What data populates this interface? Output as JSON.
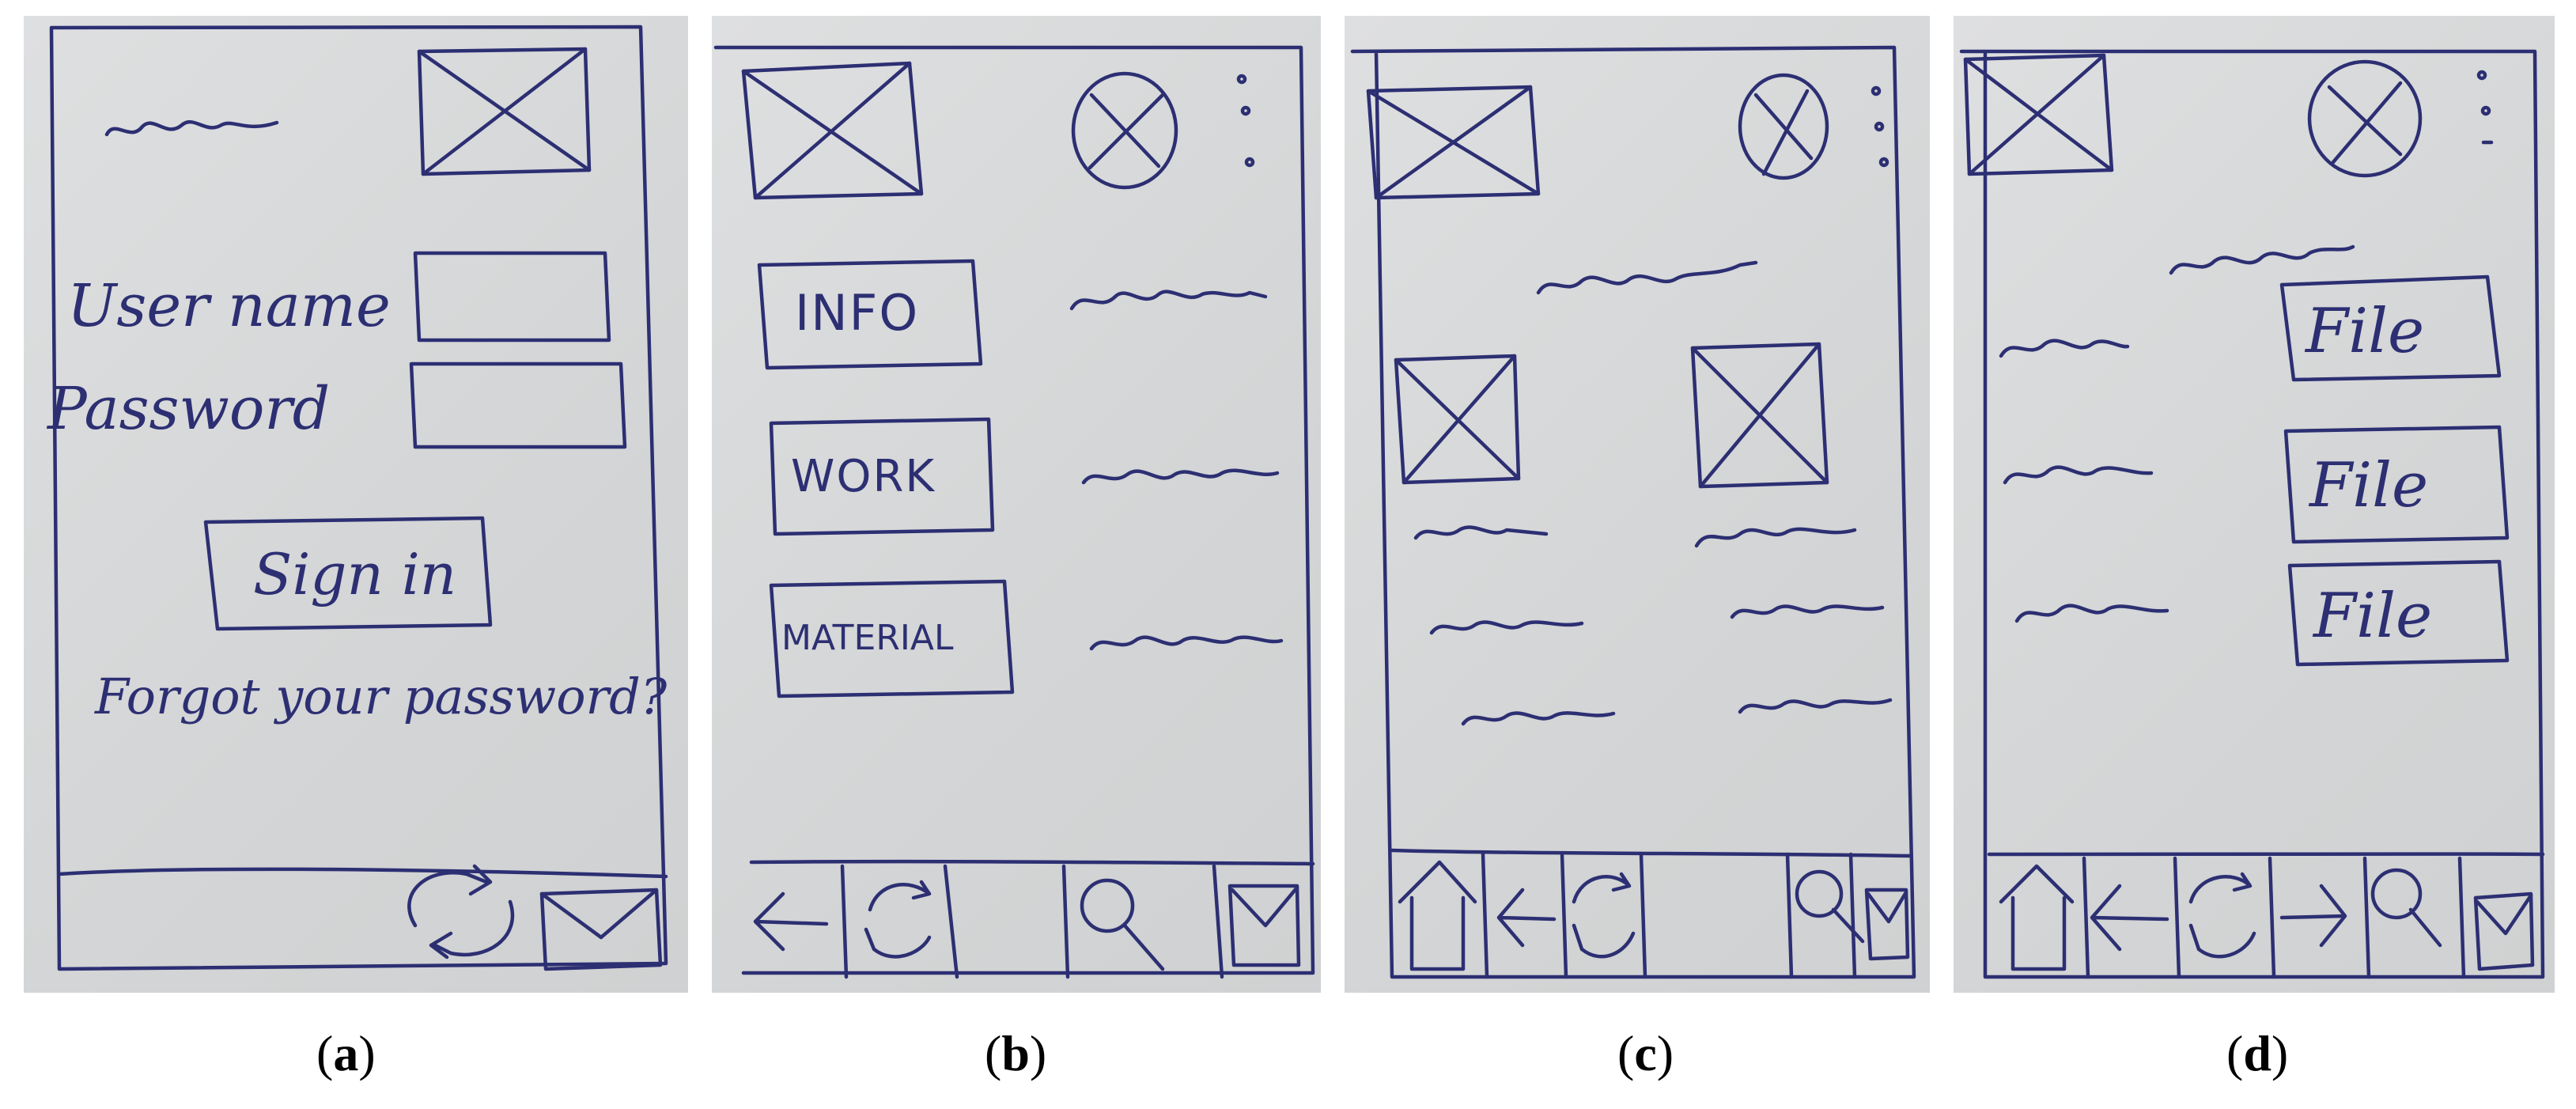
{
  "panels": {
    "a": {
      "caption_letter": "a",
      "username_label": "User name",
      "password_label": "Password",
      "signin_label": "Sign in",
      "forgot_label": "Forgot your password?"
    },
    "b": {
      "caption_letter": "b",
      "buttons": [
        "INFO",
        "WORK",
        "MATERIAL"
      ]
    },
    "c": {
      "caption_letter": "c"
    },
    "d": {
      "caption_letter": "d",
      "files": [
        "File",
        "File",
        "File"
      ]
    }
  },
  "ink_color": "#2d2f73",
  "icons": [
    "image-placeholder-icon",
    "avatar-placeholder-icon",
    "menu-dots-icon",
    "home-icon",
    "back-arrow-icon",
    "refresh-icon",
    "forward-arrow-icon",
    "search-icon",
    "mail-icon"
  ]
}
